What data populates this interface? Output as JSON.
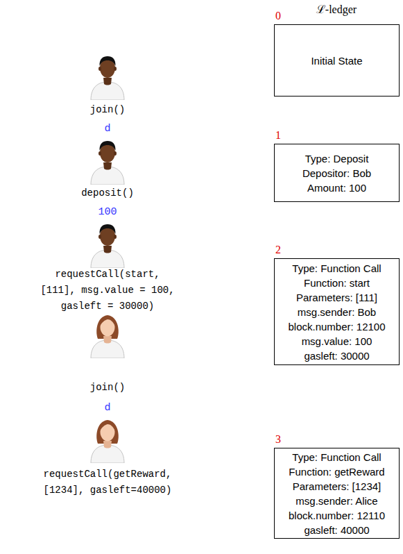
{
  "diagram": {
    "title": "ℒ-ledger",
    "nodes": [
      {
        "text": [
          "0",
          "Initial State"
        ]
      },
      {
        "text": [
          "1",
          "Type: Deposit",
          "Depositor: Bob",
          "Amount: 100"
        ]
      },
      {
        "text": [
          "2",
          "Type: Function Call",
          "Function: start",
          "Parameters: [111]",
          "msg.sender: Bob",
          "block.number: 12100",
          "msg.value: 100",
          "gasleft: 30000"
        ]
      },
      {
        "text": [
          "3",
          "Type: Function Call",
          "Function: getReward",
          "Parameters: [1234]",
          "msg.sender: Alice",
          "block.number: 12110",
          "gasleft: 40000"
        ]
      }
    ],
    "labels": [
      "join()",
      "d",
      "deposit()",
      "100",
      "requestCall(start, [111], msg.value = 100, gasleft = 30000)",
      "join()",
      "d",
      "requestCall(getReward, [1234], gasleft=40000)"
    ]
  }
}
